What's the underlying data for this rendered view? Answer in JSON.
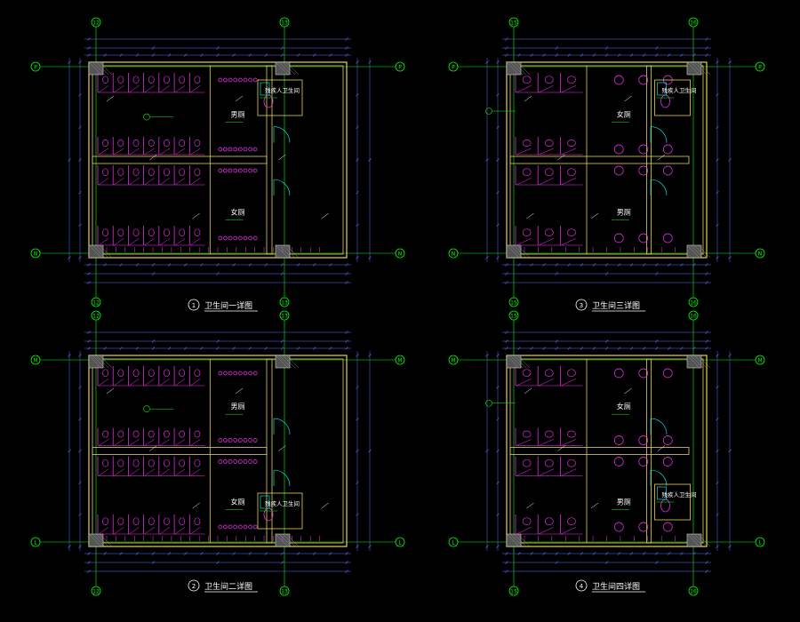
{
  "colors": {
    "background": "#000000",
    "dimension": "#5b6dff",
    "axis": "#00ff00",
    "wall": "#e8d24a",
    "fixture": "#ff33ff",
    "text": "#ffffff",
    "door": "#00ffff",
    "column": "#cfcfcf"
  },
  "plans": [
    {
      "id": "plan-1",
      "number": "1",
      "title": "卫生间一详图",
      "axis_left": "12",
      "axis_right": "13",
      "axis_top_label": "P",
      "axis_bottom_label": "N",
      "room_labels": [
        "男厕",
        "女厕",
        "残疾人卫生间"
      ]
    },
    {
      "id": "plan-2",
      "number": "2",
      "title": "卫生间二详图",
      "axis_left": "12",
      "axis_right": "13",
      "axis_top_label": "M",
      "axis_bottom_label": "L",
      "room_labels": [
        "男厕",
        "女厕",
        "残疾人卫生间"
      ]
    },
    {
      "id": "plan-3",
      "number": "3",
      "title": "卫生间三详图",
      "axis_left": "15",
      "axis_right": "16",
      "axis_top_label": "P",
      "axis_bottom_label": "N",
      "room_labels": [
        "女厕",
        "男厕",
        "残疾人卫生间"
      ]
    },
    {
      "id": "plan-4",
      "number": "4",
      "title": "卫生间四详图",
      "axis_left": "15",
      "axis_right": "16",
      "axis_top_label": "M",
      "axis_bottom_label": "L",
      "room_labels": [
        "女厕",
        "男厕",
        "残疾人卫生间"
      ]
    }
  ]
}
